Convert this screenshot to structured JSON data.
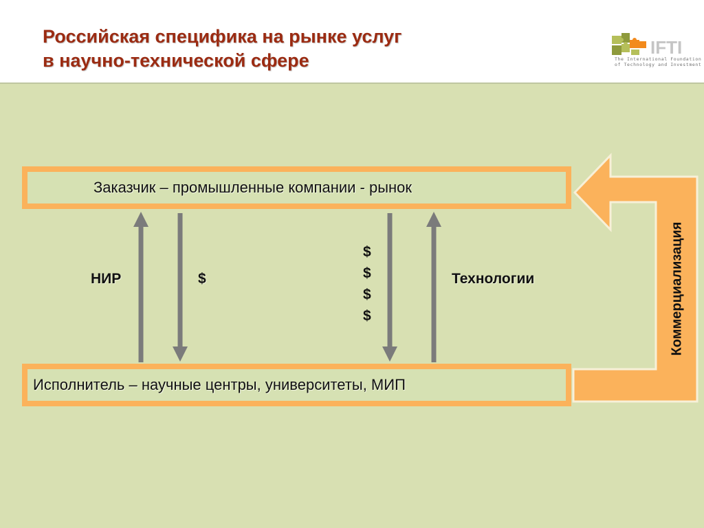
{
  "header": {
    "title_line1": "Российская специфика на рынке услуг",
    "title_line2": "в научно-технической сфере",
    "logo": {
      "name": "IFTI",
      "line1": "The International Foundation",
      "line2": "of Technology and Investment"
    }
  },
  "diagram": {
    "customer_box": "Заказчик – промышленные компании - рынок",
    "executor_box": "Исполнитель – научные центры, университеты, МИП",
    "labels": {
      "nir": "НИР",
      "dollar_single": "$",
      "dollars": [
        "$",
        "$",
        "$",
        "$"
      ],
      "technologies": "Технологии",
      "commercialization": "Коммерциализация"
    },
    "colors": {
      "background": "#d8e0b2",
      "title": "#9b2b12",
      "box_border": "#fbb25b",
      "arrow": "#7b7b7b",
      "big_arrow": "#fbb25b"
    }
  }
}
